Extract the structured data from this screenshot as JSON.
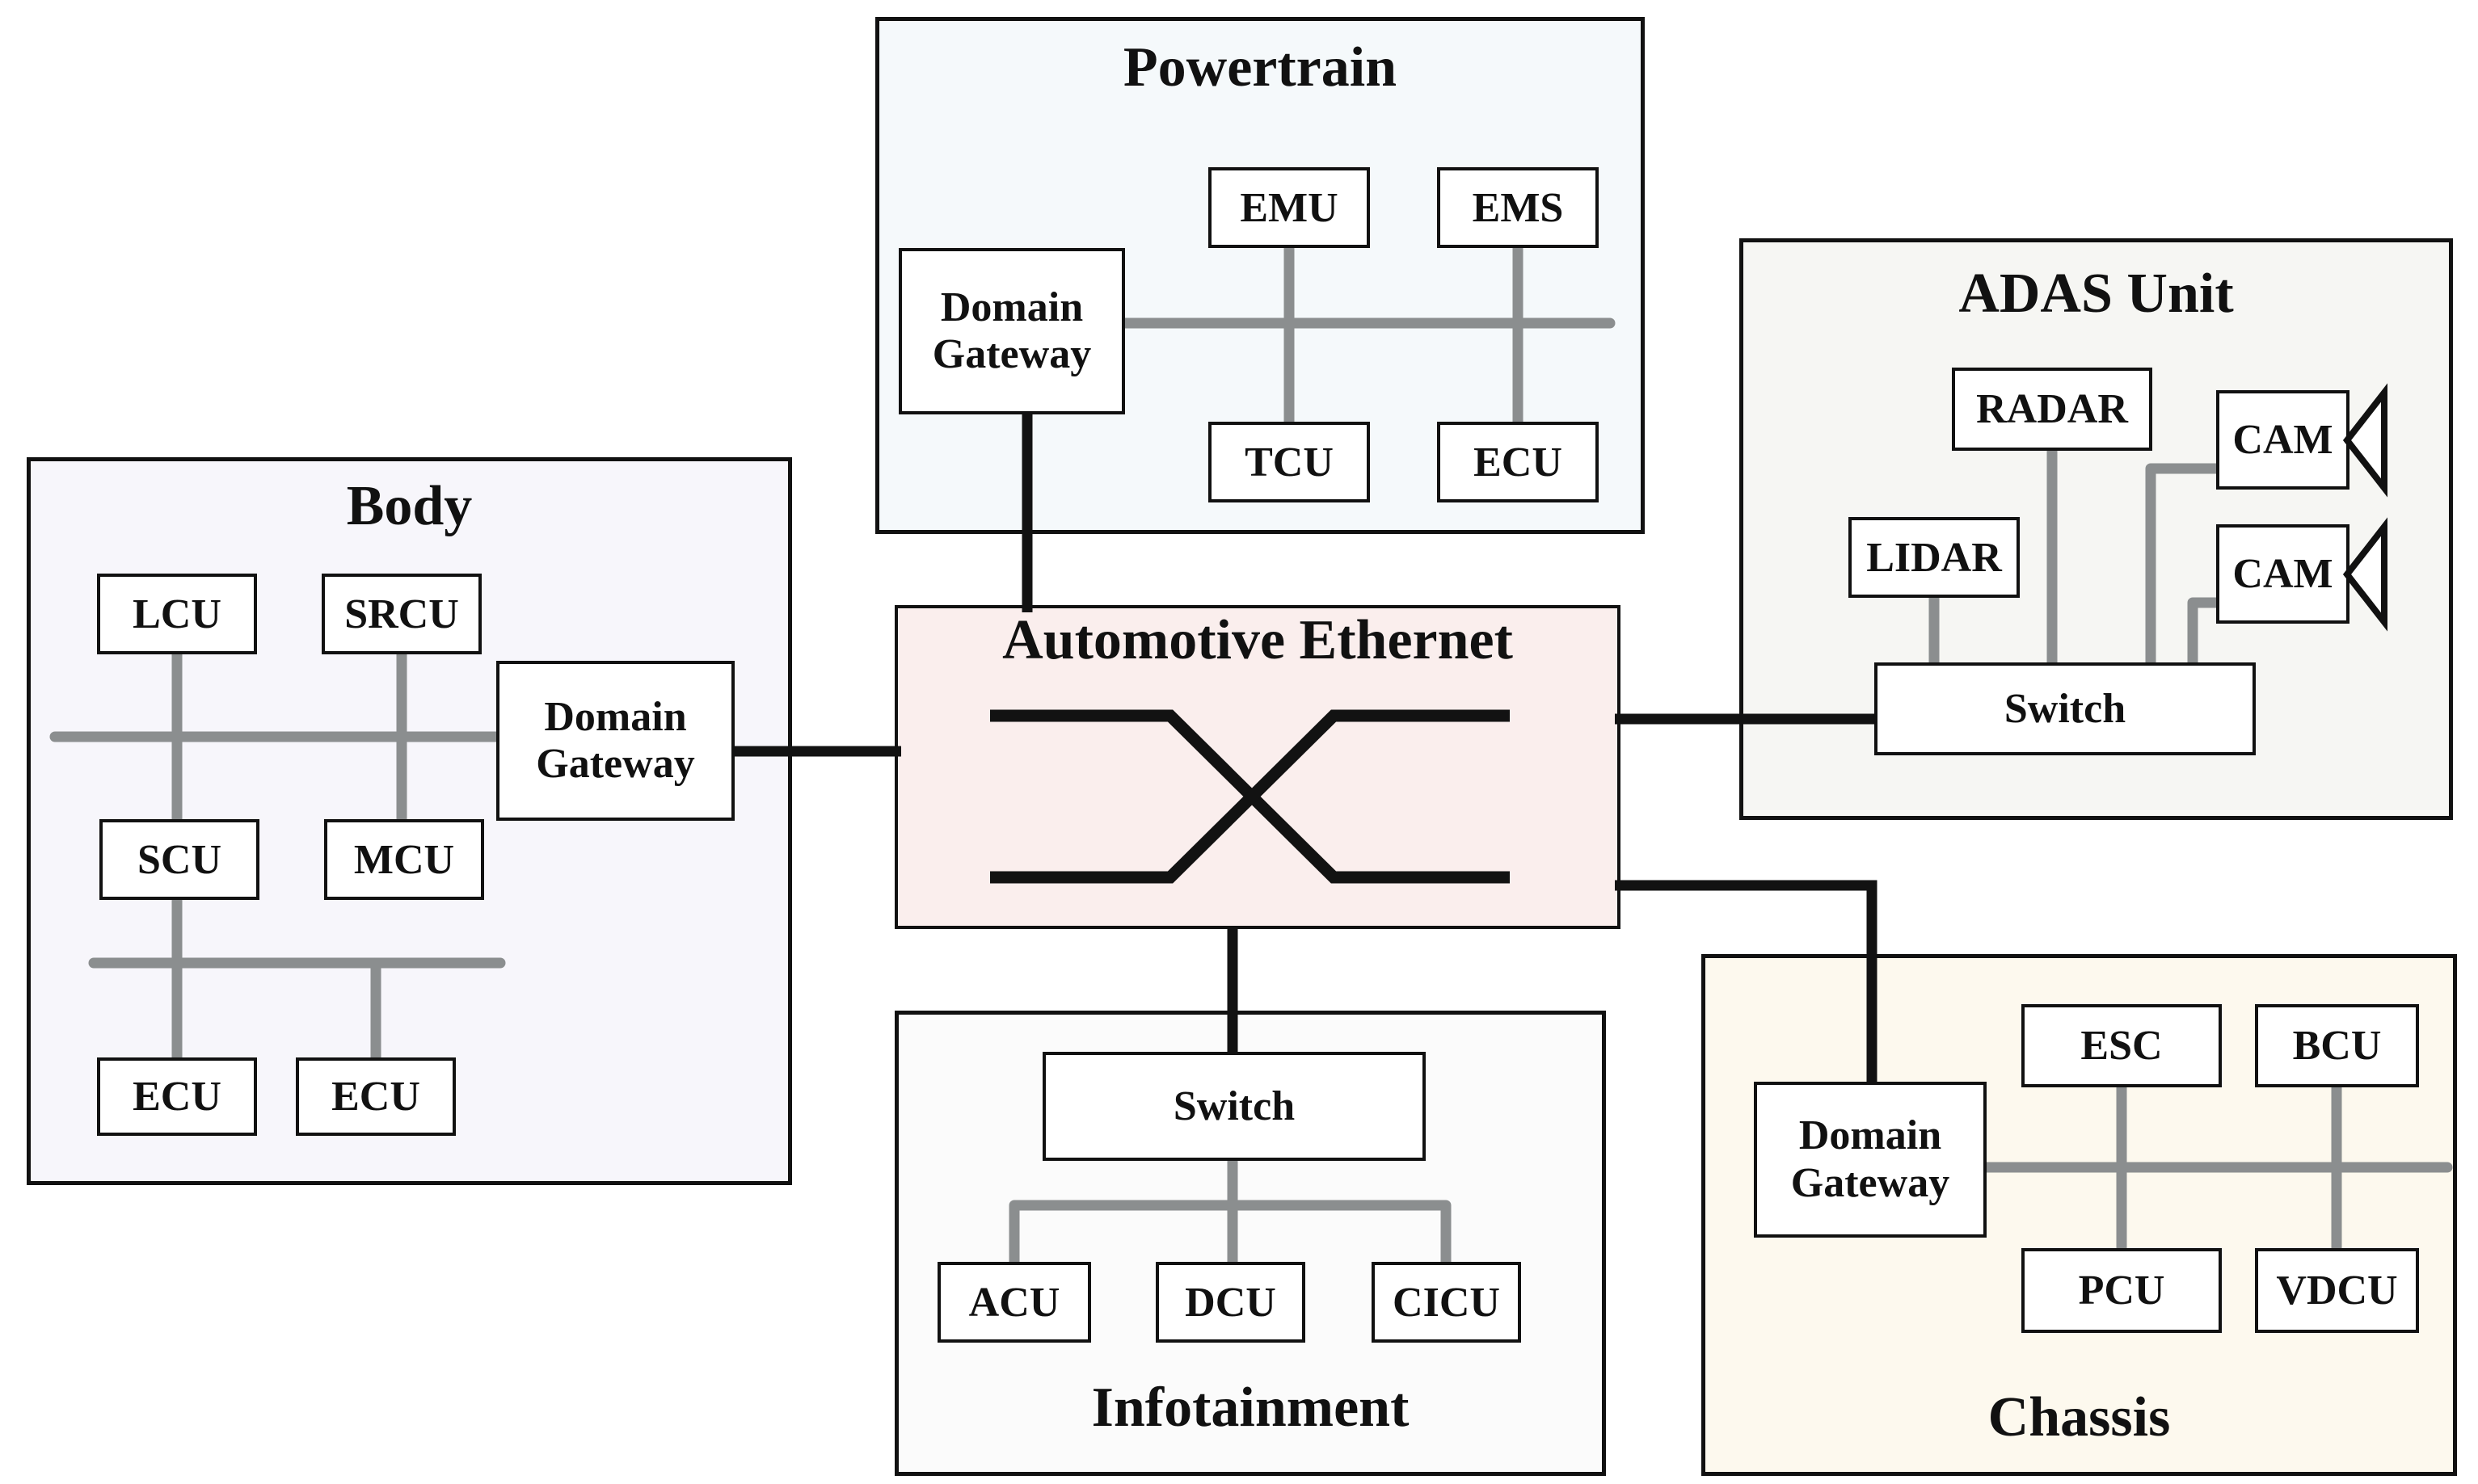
{
  "colors": {
    "canvas_bg": "#ffffff",
    "powertrain_bg": "#f5f9fb",
    "body_bg": "#f7f6fb",
    "adas_bg": "#f6f6f3",
    "ethernet_bg": "#faeeed",
    "infotainment_bg": "#fbfbfb",
    "chassis_bg": "#fdf9ee",
    "node_bg": "#ffffff",
    "border_black": "#111111",
    "wire_gray": "#8b8e8f",
    "wire_black": "#121212"
  },
  "domains": {
    "powertrain": {
      "title": "Powertrain",
      "gateway": "Domain\nGateway",
      "emu": "EMU",
      "ems": "EMS",
      "tcu": "TCU",
      "ecu": "ECU"
    },
    "body": {
      "title": "Body",
      "lcu": "LCU",
      "srcu": "SRCU",
      "gateway": "Domain\nGateway",
      "scu": "SCU",
      "mcu": "MCU",
      "ecu1": "ECU",
      "ecu2": "ECU"
    },
    "adas": {
      "title": "ADAS Unit",
      "radar": "RADAR",
      "lidar": "LIDAR",
      "cam1": "CAM",
      "cam2": "CAM",
      "switch": "Switch"
    },
    "ethernet": {
      "title": "Automotive Ethernet"
    },
    "infotainment": {
      "title": "Infotainment",
      "switch": "Switch",
      "acu": "ACU",
      "dcu": "DCU",
      "cicu": "CICU"
    },
    "chassis": {
      "title": "Chassis",
      "gateway": "Domain\nGateway",
      "esc": "ESC",
      "bcu": "BCU",
      "pcu": "PCU",
      "vdcu": "VDCU"
    }
  }
}
